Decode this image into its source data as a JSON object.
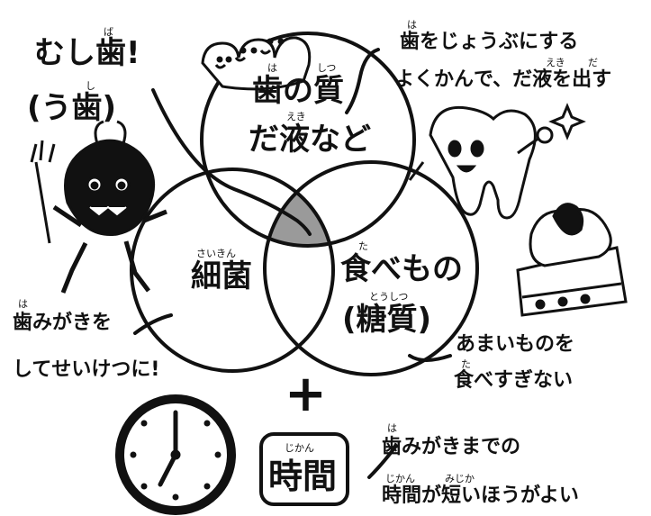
{
  "title": {
    "line1": "むし歯!",
    "line2": "(う歯)",
    "ruby_ba": "ば",
    "ruby_shi": "し"
  },
  "circles": {
    "top": {
      "line1": "歯の質",
      "line2": "だ液など",
      "ruby_ha": "は",
      "ruby_shitsu": "しつ",
      "ruby_eki": "えき"
    },
    "left": {
      "label": "細菌",
      "ruby": "さいきん"
    },
    "right": {
      "line1": "食べもの",
      "line2": "(糖質)",
      "ruby_ta": "た",
      "ruby_toushitsu": "とうしつ"
    }
  },
  "notes": {
    "top_right": {
      "line1": "歯をじょうぶにする",
      "line2": "よくかんで、だ液を出す",
      "ruby_ha": "は",
      "ruby_eki": "えき",
      "ruby_da": "だ"
    },
    "left": {
      "line1": "歯みがきを",
      "line2": "してせいけつに!",
      "ruby_ha": "は"
    },
    "right": {
      "line1": "あまいものを",
      "line2": "食べすぎない",
      "ruby_ta": "た"
    },
    "bottom": {
      "line1": "歯みがきまでの",
      "line2": "時間が短いほうがよい",
      "ruby_ha": "は",
      "ruby_jikan": "じかん",
      "ruby_mijika": "みじか"
    }
  },
  "plus_sign": "+",
  "time_box": {
    "label": "時間",
    "ruby": "じかん"
  },
  "colors": {
    "ink": "#111111",
    "overlap": "#9a9a9a",
    "background": "#ffffff"
  }
}
